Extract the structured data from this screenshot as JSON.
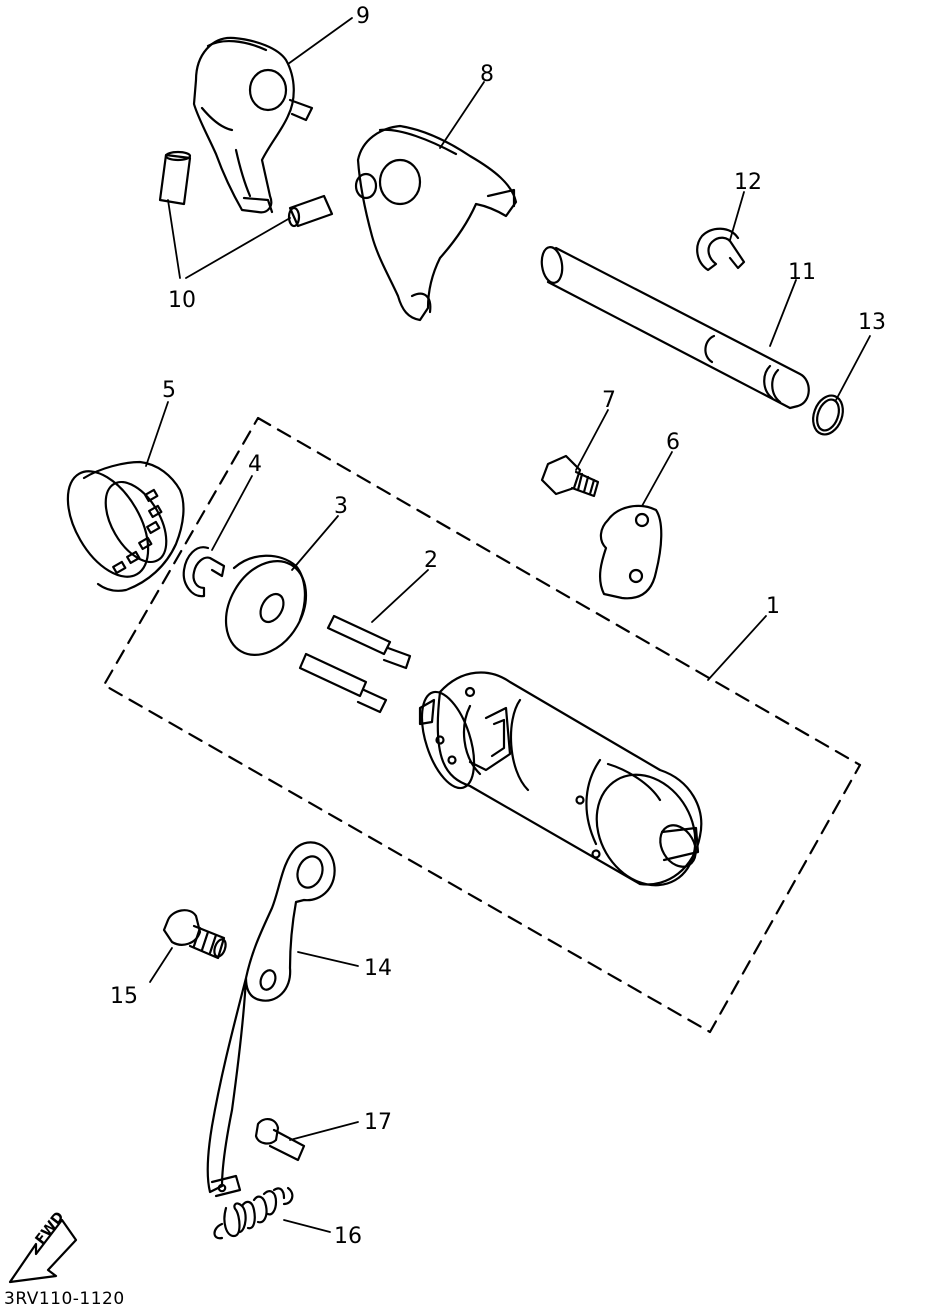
{
  "diagram": {
    "type": "exploded-parts-diagram",
    "diagram_code": "3RV110-1120",
    "fwd_label": "FWD",
    "parts": [
      {
        "number": "1",
        "icon": "shift-drum-assembly-boundary"
      },
      {
        "number": "2",
        "icon": "dowel-pin"
      },
      {
        "number": "3",
        "icon": "washer"
      },
      {
        "number": "4",
        "icon": "circlip"
      },
      {
        "number": "5",
        "icon": "needle-bearing"
      },
      {
        "number": "6",
        "icon": "stopper-plate"
      },
      {
        "number": "7",
        "icon": "bolt"
      },
      {
        "number": "8",
        "icon": "shift-fork"
      },
      {
        "number": "9",
        "icon": "shift-fork"
      },
      {
        "number": "10",
        "icon": "guide-pin"
      },
      {
        "number": "11",
        "icon": "shift-fork-shaft"
      },
      {
        "number": "12",
        "icon": "circlip"
      },
      {
        "number": "13",
        "icon": "o-ring"
      },
      {
        "number": "14",
        "icon": "stopper-lever"
      },
      {
        "number": "15",
        "icon": "bolt"
      },
      {
        "number": "16",
        "icon": "spring"
      },
      {
        "number": "17",
        "icon": "pivot-bolt"
      }
    ]
  },
  "colors": {
    "ink": "#000000",
    "paper": "#ffffff"
  }
}
